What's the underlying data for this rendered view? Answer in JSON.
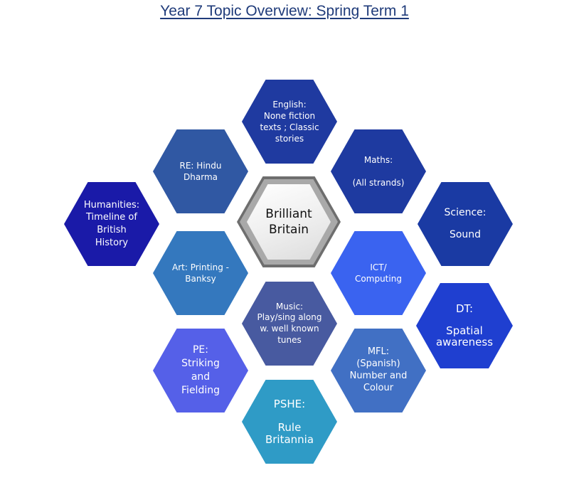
{
  "title": "Year 7 Topic Overview: Spring Term 1",
  "center": {
    "label": "Brilliant Britain"
  },
  "topics": {
    "english": "English:\nNone fiction texts ; Classic stories",
    "maths": "Maths:\n\n(All strands)",
    "re": "RE: Hindu Dharma",
    "humanities": "Humanities: Timeline of British History",
    "science": "Science:\n\nSound",
    "art": "Art: Printing - Banksy",
    "ict": "ICT/\nComputing",
    "dt": "DT:\n\nSpatial awareness",
    "music": "Music:\nPlay/sing along w. well known tunes",
    "pe": "PE: Striking and Fielding",
    "mfl": "MFL:\n(Spanish) Number and Colour",
    "pshe": "PSHE:\n\nRule Britannia"
  },
  "colors": {
    "english": "#1f3aa0",
    "maths": "#1e3aa0",
    "re": "#3058a3",
    "humanities": "#1a1aa8",
    "science": "#1a3aa3",
    "art": "#3478be",
    "ict": "#3a63f0",
    "dt": "#1f3fd0",
    "music": "#485aa0",
    "pe": "#5560e8",
    "mfl": "#4170c4",
    "pshe": "#2f9bc6"
  }
}
